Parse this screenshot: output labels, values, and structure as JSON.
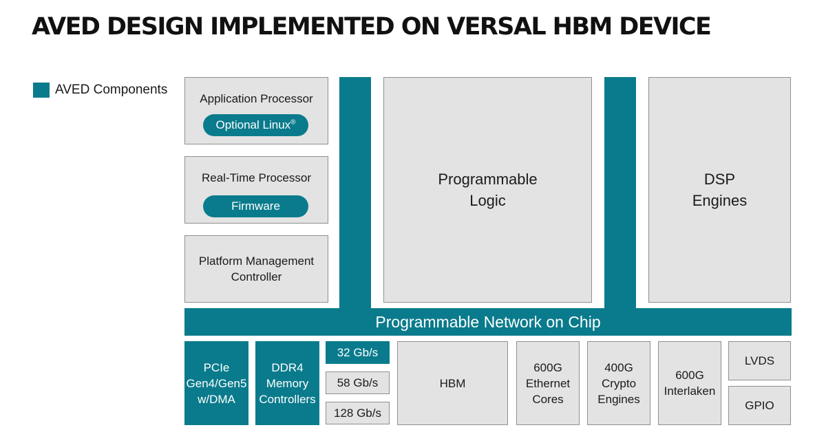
{
  "title": "AVED DESIGN IMPLEMENTED ON VERSAL HBM DEVICE",
  "legend": {
    "label": "AVED Components",
    "color": "#0a7b8c"
  },
  "blocks": {
    "app_processor": {
      "label": "Application Processor",
      "pill": "Optional Linux",
      "pill_mark": "®"
    },
    "rt_processor": {
      "label": "Real-Time Processor",
      "pill": "Firmware"
    },
    "pmc": {
      "line1": "Platform Management",
      "line2": "Controller"
    },
    "programmable_logic": {
      "line1": "Programmable",
      "line2": "Logic"
    },
    "dsp": {
      "line1": "DSP",
      "line2": "Engines"
    },
    "noc": {
      "label": "Programmable Network on Chip"
    },
    "pcie": {
      "line1": "PCIe",
      "line2": "Gen4/Gen5",
      "line3": "w/DMA"
    },
    "ddr4": {
      "line1": "DDR4",
      "line2": "Memory",
      "line3": "Controllers"
    },
    "speeds": [
      "32 Gb/s",
      "58 Gb/s",
      "128 Gb/s"
    ],
    "hbm": {
      "label": "HBM"
    },
    "ethernet": {
      "line1": "600G",
      "line2": "Ethernet",
      "line3": "Cores"
    },
    "crypto": {
      "line1": "400G",
      "line2": "Crypto",
      "line3": "Engines"
    },
    "interlaken": {
      "line1": "600G",
      "line2": "Interlaken"
    },
    "lvds": {
      "label": "LVDS"
    },
    "gpio": {
      "label": "GPIO"
    }
  }
}
